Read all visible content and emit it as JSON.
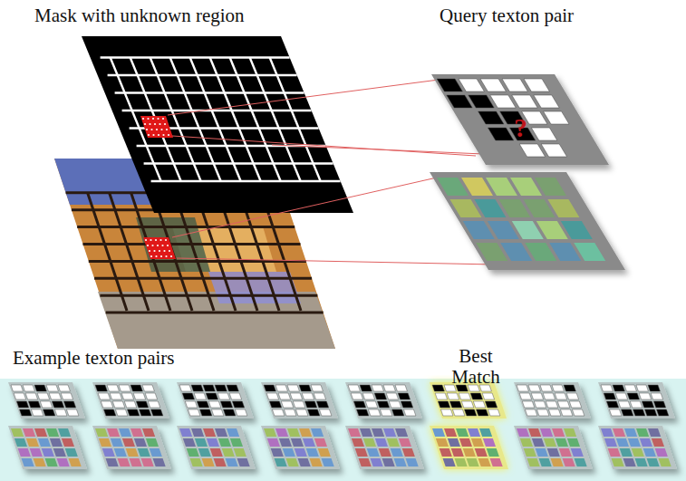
{
  "diagram": {
    "labels": [
      "Mask with unknown region",
      "Query texton pair",
      "?",
      "Example texton pairs",
      "Best Match"
    ]
  }
}
